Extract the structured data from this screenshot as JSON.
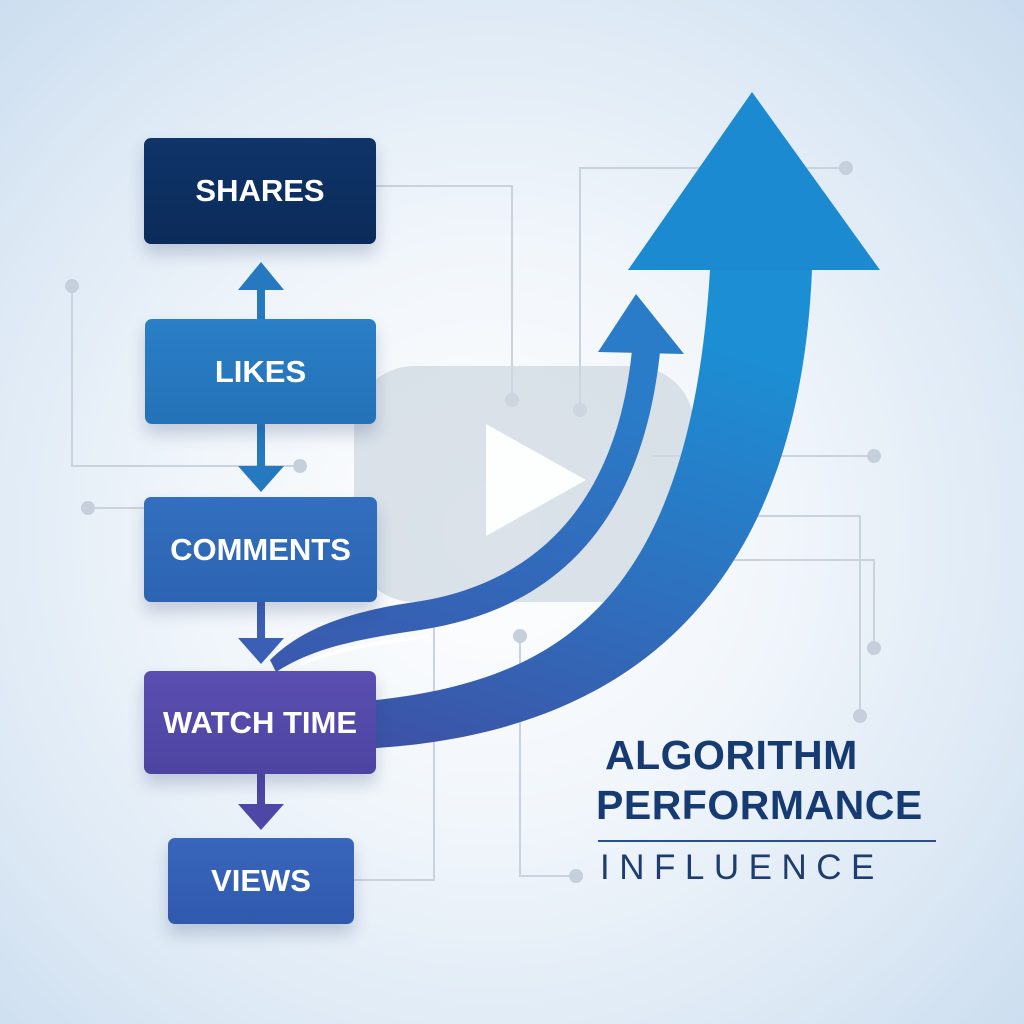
{
  "nodes": [
    {
      "id": "shares",
      "label": "SHARES",
      "color": "#0d3060"
    },
    {
      "id": "likes",
      "label": "LIKES",
      "color": "#2678bf"
    },
    {
      "id": "comments",
      "label": "COMMENTS",
      "color": "#2f6ab8"
    },
    {
      "id": "watch_time",
      "label": "WATCH TIME",
      "color": "#544aaa"
    },
    {
      "id": "views",
      "label": "VIEWS",
      "color": "#345fb4"
    }
  ],
  "title": {
    "line1": "ALGORITHM",
    "line2": "PERFORMANCE",
    "line3": "INFLUENCE"
  },
  "icons": {
    "background": "play-button-icon",
    "growth": "growth-arrow-icon"
  },
  "colors": {
    "arrow_light": "#1e8ad0",
    "arrow_dark": "#3c57aa",
    "title": "#163a72"
  }
}
